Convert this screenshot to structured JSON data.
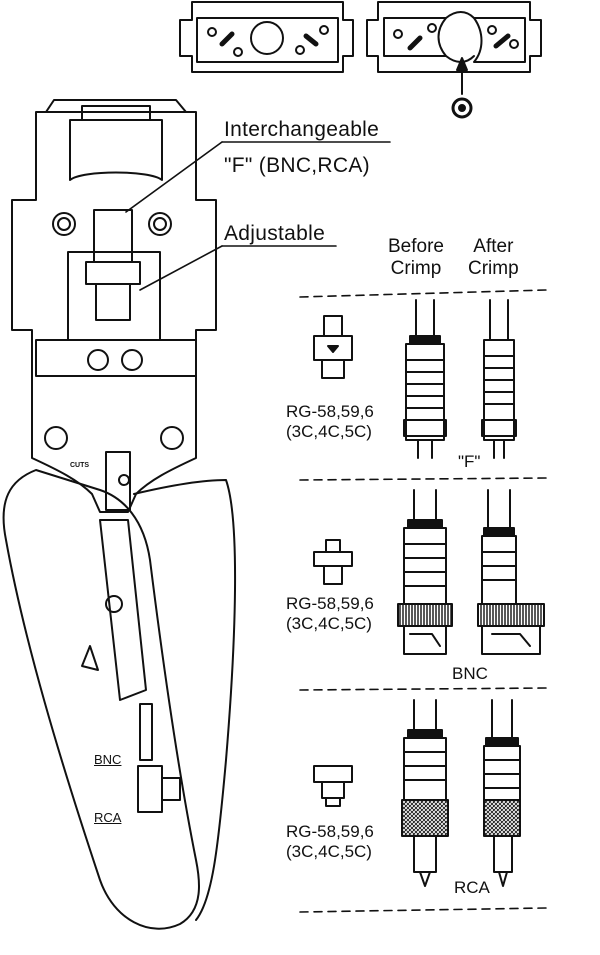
{
  "labels": {
    "interchangeable": "Interchangeable",
    "die_types": "\"F\" (BNC,RCA)",
    "adjustable": "Adjustable",
    "before_crimp": "Before\nCrimp",
    "after_crimp": "After\nCrimp",
    "cuts": "CUTS",
    "bnc_slot": "BNC",
    "rca_slot": "RCA"
  },
  "rows": [
    {
      "cable_spec": "RG-58,59,6\n(3C,4C,5C)",
      "connector": "\"F\""
    },
    {
      "cable_spec": "RG-58,59,6\n(3C,4C,5C)",
      "connector": "BNC"
    },
    {
      "cable_spec": "RG-58,59,6\n(3C,4C,5C)",
      "connector": "RCA"
    }
  ],
  "icons": [
    "crimp-die-open-icon",
    "crimp-die-closed-icon",
    "crimp-position-target-icon",
    "crimping-tool-icon",
    "f-die-icon",
    "bnc-die-icon",
    "rca-die-icon",
    "connector-before-icon",
    "connector-after-icon"
  ],
  "colors": {
    "line": "#111111",
    "background": "#ffffff"
  }
}
